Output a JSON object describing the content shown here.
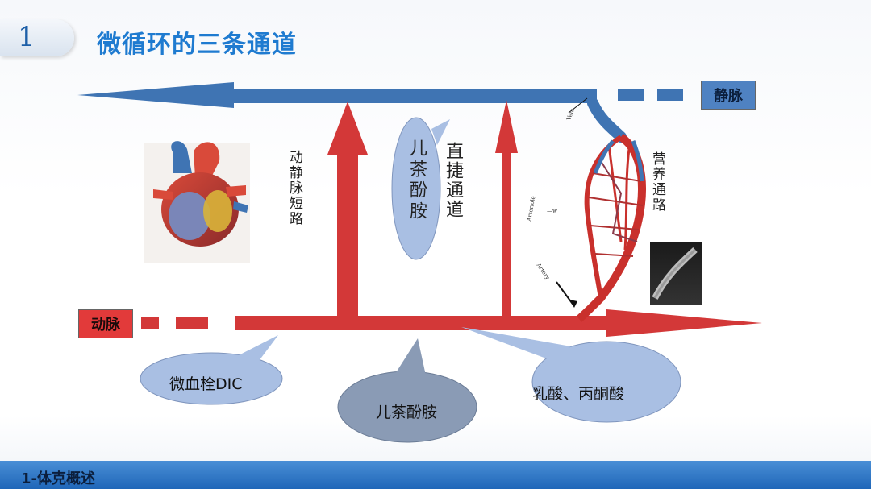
{
  "header": {
    "slide_number": "1",
    "title": "微循环的三条通道"
  },
  "labels": {
    "vein": "静脉",
    "artery": "动脉",
    "av_shunt": "动静脉短路",
    "direct_channel": "直捷通道",
    "nutritive_channel": "营养通路"
  },
  "bubbles": {
    "top_center": "儿茶酚胺",
    "bottom_left": "微血栓DIC",
    "bottom_center": "儿茶酚胺",
    "bottom_right": "乳酸、丙酮酸"
  },
  "capillary_annotations": [
    "Vein",
    "Arteriole",
    "—w",
    "Artery"
  ],
  "footer": {
    "text": "1-体克概述"
  },
  "colors": {
    "vein_arrow": "#3f74b3",
    "artery_arrow": "#d33838",
    "vein_box": "#4f82c2",
    "artery_box": "#e23a3a",
    "bubble_fill": "#a9bfe3",
    "bubble_fill_gray": "#8a9bb5",
    "title": "#1f7bd0"
  },
  "icons": {
    "heart": "heart-illustration-icon",
    "micrograph": "capillary-micrograph-icon"
  }
}
